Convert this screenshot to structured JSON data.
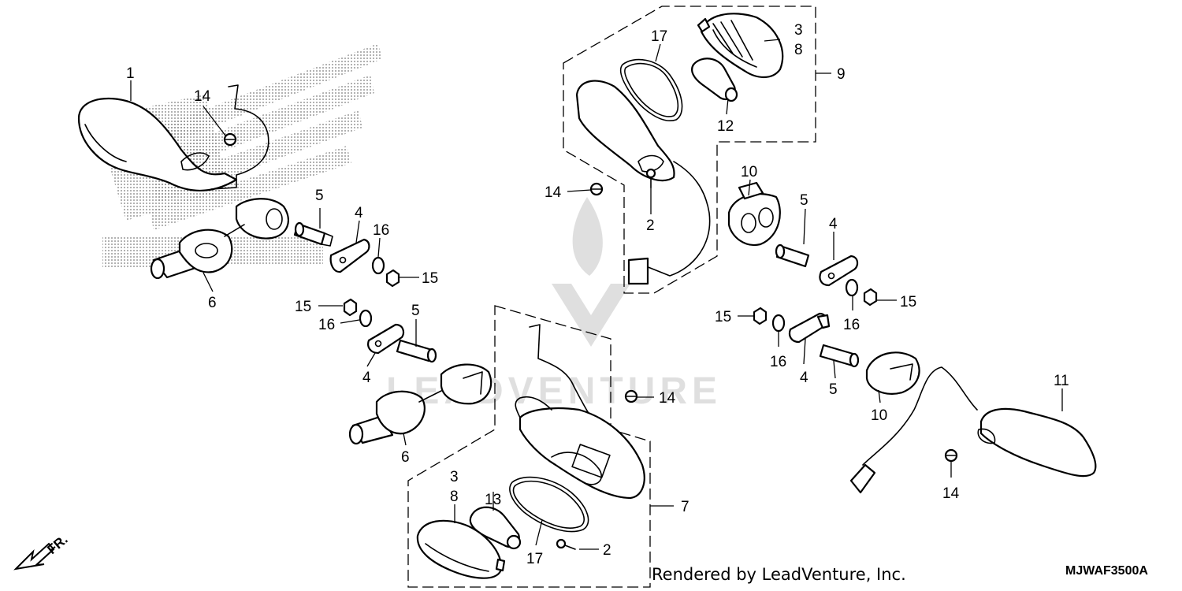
{
  "callouts": [
    {
      "id": "c1",
      "text": "1"
    },
    {
      "id": "c14a",
      "text": "14"
    },
    {
      "id": "c5a",
      "text": "5"
    },
    {
      "id": "c4a",
      "text": "4"
    },
    {
      "id": "c16a",
      "text": "16"
    },
    {
      "id": "c15a",
      "text": "15"
    },
    {
      "id": "c6a",
      "text": "6"
    },
    {
      "id": "c15b",
      "text": "15"
    },
    {
      "id": "c16b",
      "text": "16"
    },
    {
      "id": "c5b",
      "text": "5"
    },
    {
      "id": "c4b",
      "text": "4"
    },
    {
      "id": "c6b",
      "text": "6"
    },
    {
      "id": "c17a",
      "text": "17"
    },
    {
      "id": "c3a",
      "text": "3"
    },
    {
      "id": "c8a",
      "text": "8"
    },
    {
      "id": "c9",
      "text": "9"
    },
    {
      "id": "c12",
      "text": "12"
    },
    {
      "id": "c14b",
      "text": "14"
    },
    {
      "id": "c2a",
      "text": "2"
    },
    {
      "id": "c10a",
      "text": "10"
    },
    {
      "id": "c5c",
      "text": "5"
    },
    {
      "id": "c4c",
      "text": "4"
    },
    {
      "id": "c15c",
      "text": "15"
    },
    {
      "id": "c16c",
      "text": "16"
    },
    {
      "id": "c15d",
      "text": "15"
    },
    {
      "id": "c16d",
      "text": "16"
    },
    {
      "id": "c4d",
      "text": "4"
    },
    {
      "id": "c5d",
      "text": "5"
    },
    {
      "id": "c10b",
      "text": "10"
    },
    {
      "id": "c11",
      "text": "11"
    },
    {
      "id": "c14c",
      "text": "14"
    },
    {
      "id": "c14d",
      "text": "14"
    },
    {
      "id": "c3b",
      "text": "3"
    },
    {
      "id": "c8b",
      "text": "8"
    },
    {
      "id": "c13",
      "text": "13"
    },
    {
      "id": "c7",
      "text": "7"
    },
    {
      "id": "c2b",
      "text": "2"
    },
    {
      "id": "c17b",
      "text": "17"
    }
  ],
  "orientation": {
    "label": "FR."
  },
  "watermark": {
    "text": "LEADVENTURE"
  },
  "footer": {
    "credit": "Rendered by LeadVenture, Inc.",
    "diagram_code": "MJWAF3500A"
  }
}
